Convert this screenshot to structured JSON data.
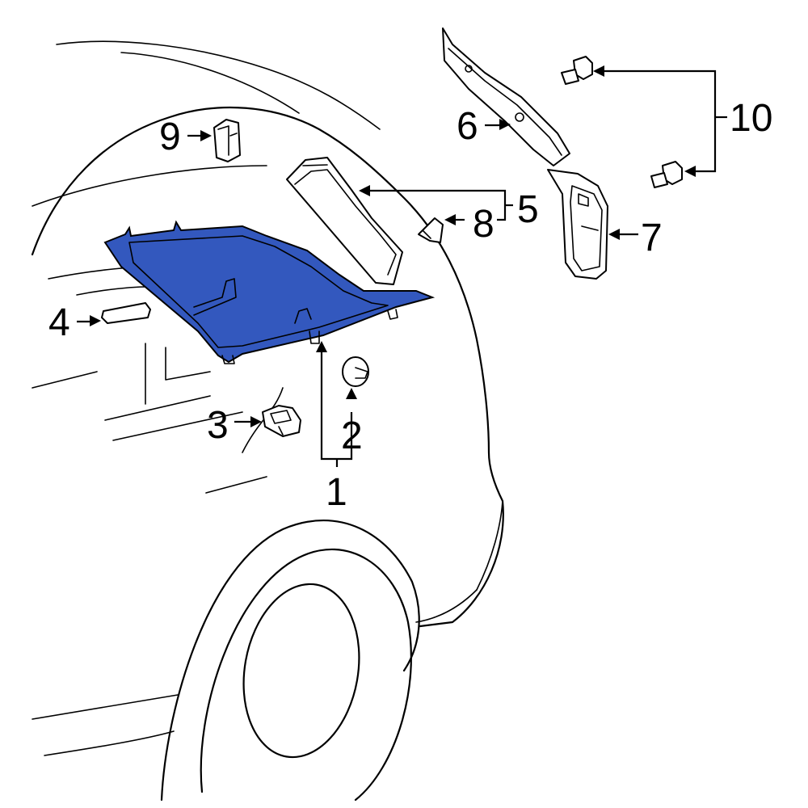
{
  "callouts": {
    "c1": "1",
    "c2": "2",
    "c3": "3",
    "c4": "4",
    "c5": "5",
    "c6": "6",
    "c7": "7",
    "c8": "8",
    "c9": "9",
    "c10": "10"
  },
  "colors": {
    "highlight_part": "#3358be",
    "line": "#000000",
    "background": "#ffffff"
  }
}
